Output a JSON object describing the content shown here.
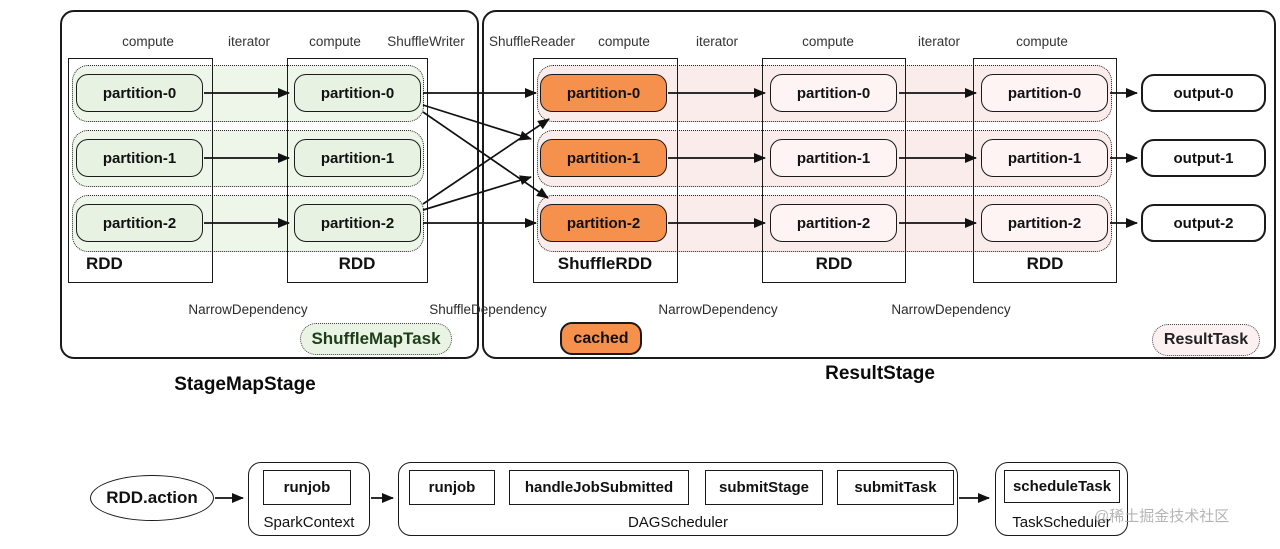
{
  "stage1": {
    "title": "StageMapStage",
    "top_labels": [
      "compute",
      "iterator",
      "compute",
      "ShuffleWriter"
    ],
    "rdd1": {
      "label": "RDD",
      "partitions": [
        "partition-0",
        "partition-1",
        "partition-2"
      ]
    },
    "rdd2": {
      "label": "RDD",
      "partitions": [
        "partition-0",
        "partition-1",
        "partition-2"
      ]
    },
    "dependency_label": "NarrowDependency",
    "task_badge": "ShuffleMapTask"
  },
  "shuffle_dependency_label": "ShuffleDependency",
  "stage2": {
    "title": "ResultStage",
    "top_labels": [
      "ShuffleReader",
      "compute",
      "iterator",
      "compute",
      "iterator",
      "compute"
    ],
    "shuffle_rdd": {
      "label": "ShuffleRDD",
      "partitions": [
        "partition-0",
        "partition-1",
        "partition-2"
      ]
    },
    "rdd_mid": {
      "label": "RDD",
      "partitions": [
        "partition-0",
        "partition-1",
        "partition-2"
      ]
    },
    "rdd_right": {
      "label": "RDD",
      "partitions": [
        "partition-0",
        "partition-1",
        "partition-2"
      ]
    },
    "outputs": [
      "output-0",
      "output-1",
      "output-2"
    ],
    "dependency_labels": [
      "NarrowDependency",
      "NarrowDependency"
    ],
    "cached_badge": "cached",
    "task_badge": "ResultTask"
  },
  "flow": {
    "action": "RDD.action",
    "spark_context": {
      "label": "SparkContext",
      "methods": [
        "runjob"
      ]
    },
    "dag_scheduler": {
      "label": "DAGScheduler",
      "methods": [
        "runjob",
        "handleJobSubmitted",
        "submitStage",
        "submitTask"
      ]
    },
    "task_scheduler": {
      "label": "TaskScheduler",
      "methods": [
        "scheduleTask"
      ]
    }
  },
  "watermark": "@稀土掘金技术社区",
  "colors": {
    "part_green": "#e7f2e2",
    "row_green": "#edf6e9",
    "part_orange": "#f6914d",
    "part_pink": "#fdf4f3",
    "row_pink": "#fbecec",
    "badge_green": "#e9f4e5",
    "badge_green_text": "#1e3d1a",
    "badge_pink": "#fdf0f1",
    "line_color": "#111111"
  }
}
